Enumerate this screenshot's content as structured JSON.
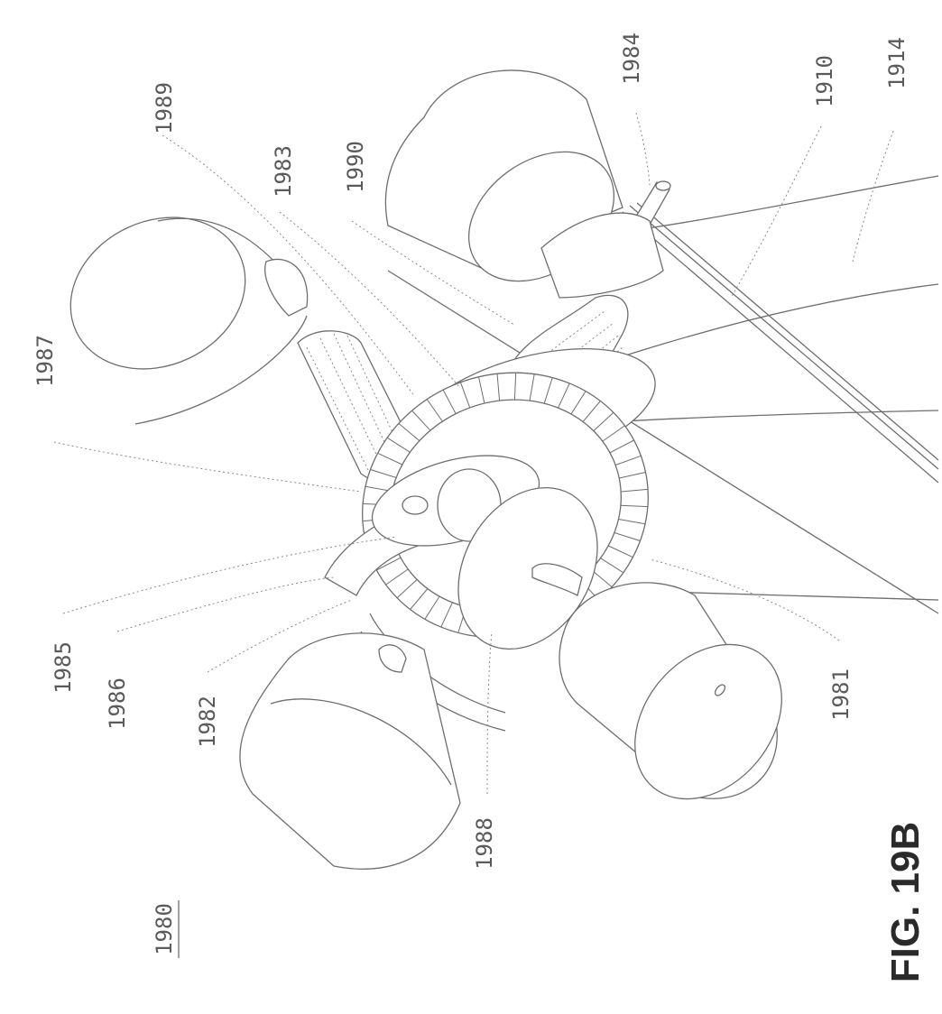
{
  "figure": {
    "assembly_ref": "1980",
    "caption": "FIG. 19B",
    "reference_labels": [
      "1989",
      "1983",
      "1990",
      "1984",
      "1910",
      "1914",
      "1987",
      "1985",
      "1986",
      "1982",
      "1981",
      "1988"
    ]
  }
}
